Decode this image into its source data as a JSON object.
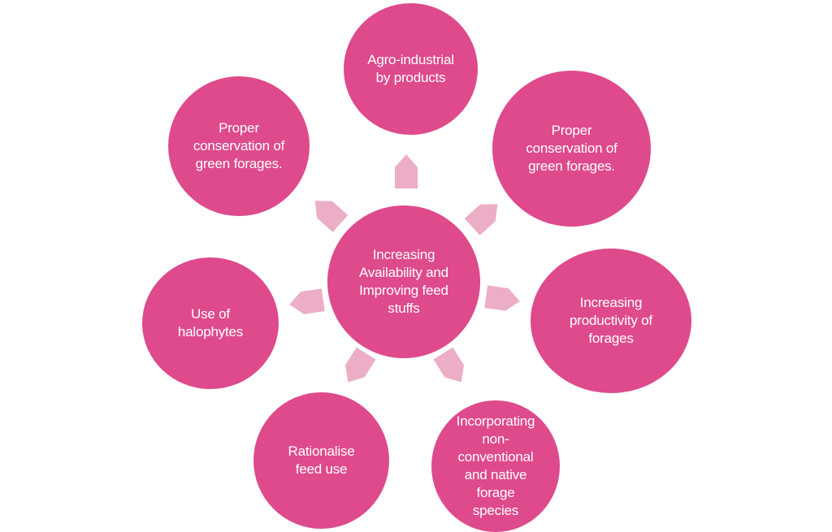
{
  "diagram": {
    "type": "radial-cycle",
    "colors": {
      "node_fill": "#DE4A8C",
      "arrow_fill": "#ECAEC6",
      "text": "#FFFFFF",
      "background": "#FFFFFF"
    },
    "center": {
      "label": "Increasing\nAvailability and\nImproving feed\nstuffs"
    },
    "nodes": [
      {
        "label": "Agro-industrial\nby products"
      },
      {
        "label": "Proper\nconservation of\ngreen forages."
      },
      {
        "label": "Increasing\nproductivity of\nforages"
      },
      {
        "label": "Incorporating\nnon-\nconventional\nand native\nforage\nspecies"
      },
      {
        "label": "Rationalise\nfeed use"
      },
      {
        "label": "Use of\nhalophytes"
      },
      {
        "label": "Proper\nconservation of\ngreen forages."
      }
    ]
  }
}
